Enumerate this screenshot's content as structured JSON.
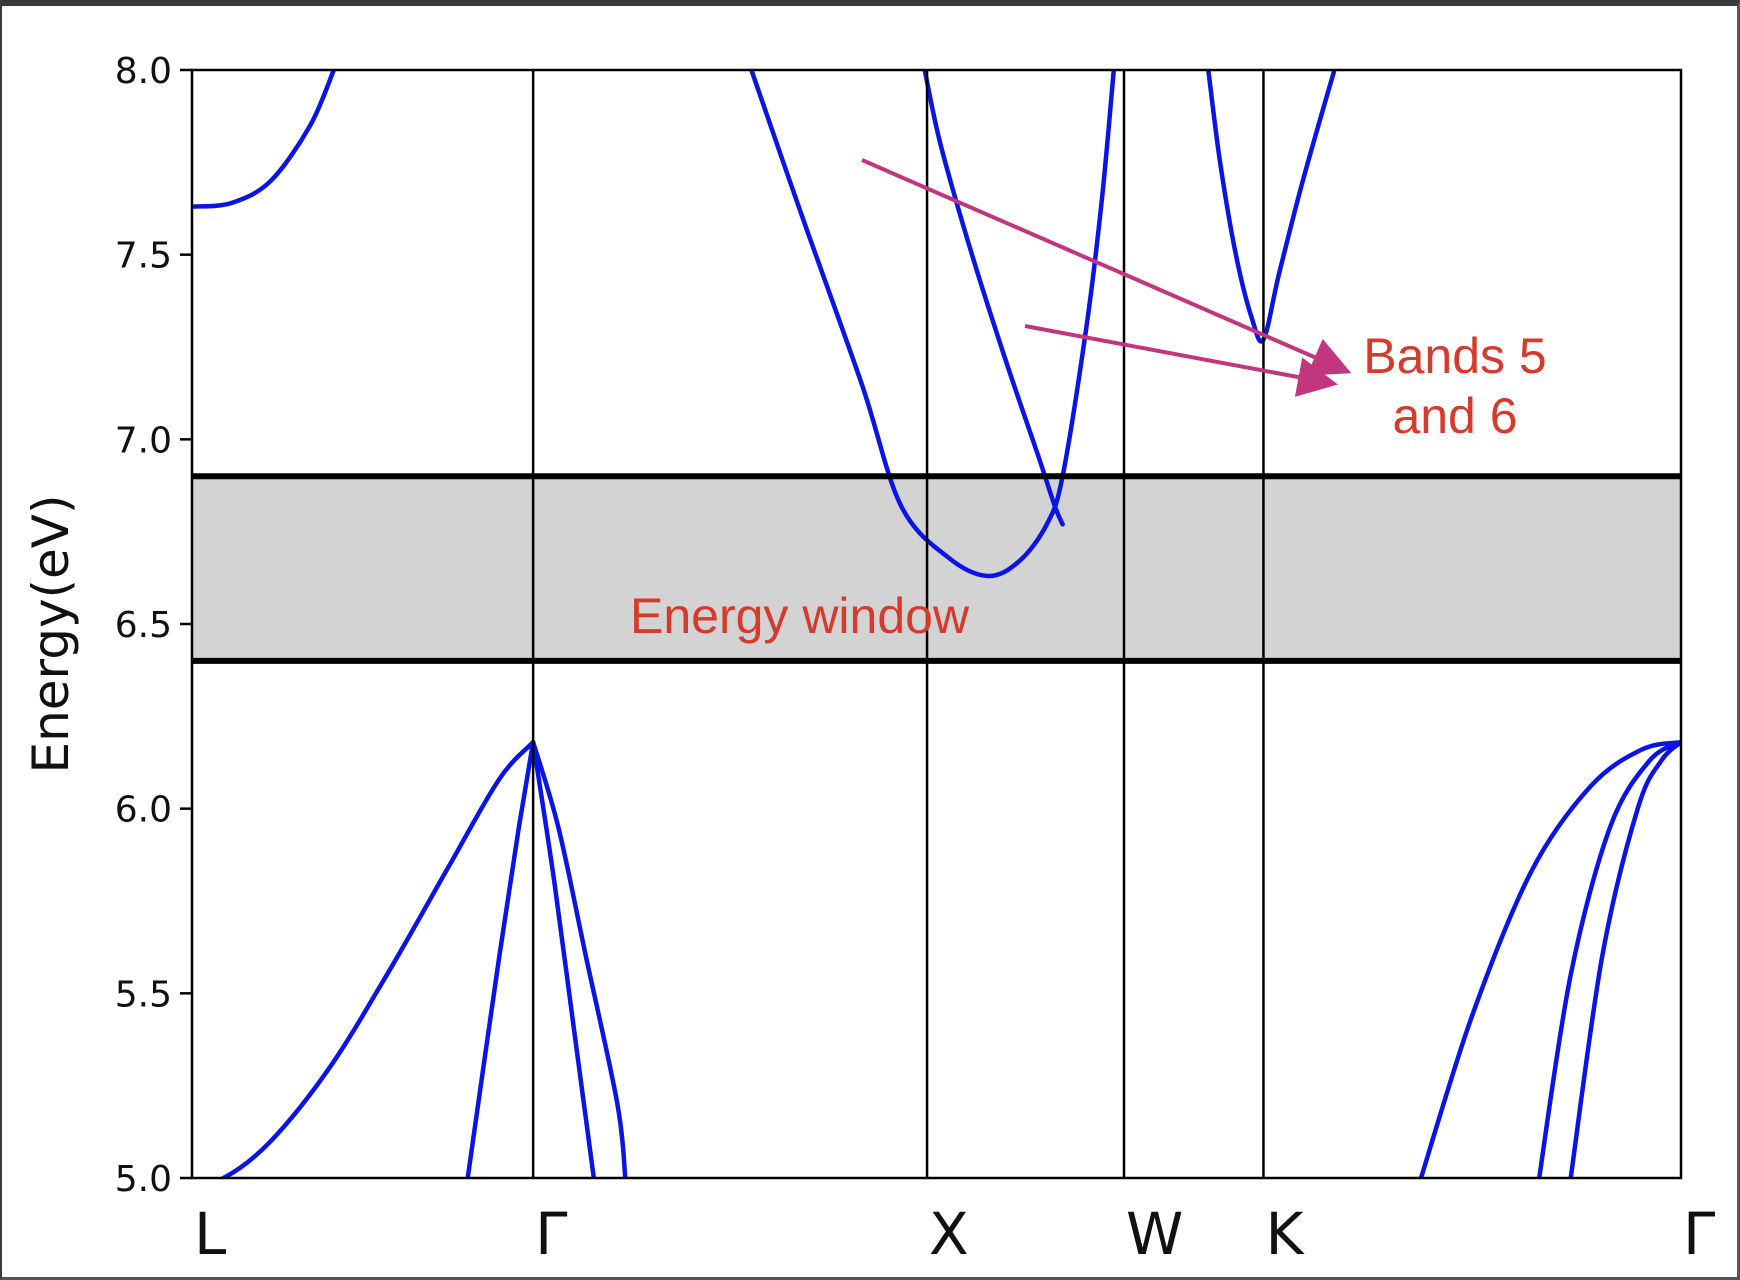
{
  "chart_data": {
    "type": "line",
    "title": "",
    "ylabel": "Energy(eV)",
    "xlabel": "",
    "ylim": [
      5.0,
      8.0
    ],
    "yticks": [
      "5.0",
      "5.5",
      "6.0",
      "6.5",
      "7.0",
      "7.5",
      "8.0"
    ],
    "high_symmetry_points": [
      {
        "label": "L",
        "k": 0.0
      },
      {
        "label": "Γ",
        "k": 0.866
      },
      {
        "label": "X",
        "k": 1.866
      },
      {
        "label": "W",
        "k": 2.366
      },
      {
        "label": "K",
        "k": 2.72
      },
      {
        "label": "Γ",
        "k": 3.78
      }
    ],
    "energy_window": {
      "label": "Energy window",
      "emin": 6.4,
      "emax": 6.9
    },
    "band_color": "#0a14e6",
    "window_color": "#d3d3d3",
    "series": [
      {
        "points": [
          [
            0.0,
            7.63
          ],
          [
            0.1,
            7.64
          ],
          [
            0.2,
            7.7
          ],
          [
            0.3,
            7.85
          ],
          [
            0.36,
            8.0
          ]
        ]
      },
      {
        "points": [
          [
            0.0,
            4.99
          ],
          [
            0.08,
            5.0
          ],
          [
            0.2,
            5.1
          ],
          [
            0.35,
            5.3
          ],
          [
            0.5,
            5.56
          ],
          [
            0.65,
            5.84
          ],
          [
            0.78,
            6.08
          ],
          [
            0.866,
            6.18
          ]
        ]
      },
      {
        "points": [
          [
            0.7,
            5.0
          ],
          [
            0.78,
            5.6
          ],
          [
            0.83,
            5.95
          ],
          [
            0.866,
            6.18
          ]
        ]
      },
      {
        "points": [
          [
            0.866,
            6.18
          ],
          [
            0.92,
            5.8
          ],
          [
            0.97,
            5.4
          ],
          [
            1.02,
            5.0
          ]
        ]
      },
      {
        "points": [
          [
            0.866,
            6.18
          ],
          [
            0.93,
            5.95
          ],
          [
            1.0,
            5.6
          ],
          [
            1.08,
            5.2
          ],
          [
            1.1,
            5.0
          ]
        ]
      },
      {
        "points": [
          [
            1.42,
            8.0
          ],
          [
            1.55,
            7.6
          ],
          [
            1.7,
            7.15
          ],
          [
            1.8,
            6.82
          ],
          [
            1.92,
            6.68
          ],
          [
            2.02,
            6.63
          ],
          [
            2.1,
            6.67
          ],
          [
            2.17,
            6.77
          ],
          [
            2.21,
            6.9
          ],
          [
            2.27,
            7.3
          ],
          [
            2.31,
            7.65
          ],
          [
            2.34,
            8.0
          ]
        ]
      },
      {
        "points": [
          [
            1.86,
            8.0
          ],
          [
            1.9,
            7.8
          ],
          [
            1.98,
            7.5
          ],
          [
            2.07,
            7.2
          ],
          [
            2.15,
            6.95
          ],
          [
            2.19,
            6.82
          ],
          [
            2.21,
            6.77
          ]
        ]
      },
      {
        "points": [
          [
            2.58,
            8.0
          ],
          [
            2.61,
            7.75
          ],
          [
            2.65,
            7.5
          ],
          [
            2.69,
            7.33
          ],
          [
            2.72,
            7.27
          ],
          [
            2.76,
            7.45
          ],
          [
            2.82,
            7.7
          ],
          [
            2.9,
            8.0
          ]
        ]
      },
      {
        "points": [
          [
            3.12,
            5.0
          ],
          [
            3.25,
            5.44
          ],
          [
            3.4,
            5.83
          ],
          [
            3.55,
            6.06
          ],
          [
            3.68,
            6.16
          ],
          [
            3.78,
            6.18
          ]
        ]
      },
      {
        "points": [
          [
            3.42,
            5.0
          ],
          [
            3.5,
            5.55
          ],
          [
            3.6,
            5.95
          ],
          [
            3.7,
            6.13
          ],
          [
            3.78,
            6.18
          ]
        ]
      },
      {
        "points": [
          [
            3.5,
            5.0
          ],
          [
            3.58,
            5.6
          ],
          [
            3.67,
            6.0
          ],
          [
            3.73,
            6.13
          ],
          [
            3.78,
            6.18
          ]
        ]
      }
    ],
    "annotation": {
      "text": [
        "Bands 5",
        "and 6"
      ],
      "arrow_color": "#c2357f"
    }
  }
}
